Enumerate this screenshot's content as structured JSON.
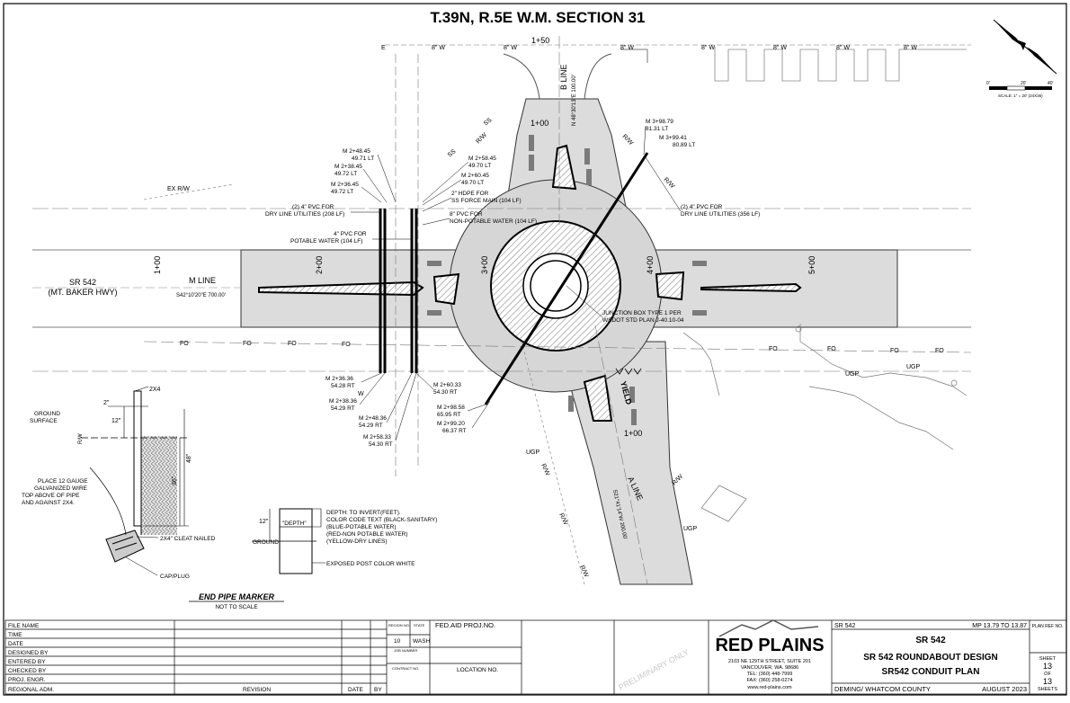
{
  "sheet_title": "T.39N, R.5E W.M. SECTION 31",
  "compass": {
    "scale_label": "SCALE: 1\" = 20' (24X36)",
    "tick_labels": [
      "0'",
      "20'",
      "40'"
    ]
  },
  "lines": {
    "b_line": "B LINE",
    "b_bearing": "N 48°30'13\"E 100.00'",
    "m_line": "M LINE",
    "m_bearing": "S42°10'20\"E 700.00'",
    "a_line": "A LINE",
    "a_bearing": "S21°41'14\"W 200.00'",
    "ex_rw": "EX R/W",
    "rw": "R/W",
    "ss": "SS",
    "w": "W",
    "eight_w": "8\" W",
    "fo": "FO",
    "ugp": "UGP",
    "e": "E"
  },
  "road": {
    "name": "SR 542",
    "alt_name": "(MT. BAKER HWY)"
  },
  "stations": [
    "1+50",
    "1+00",
    "1+00",
    "2+00",
    "3+00",
    "4+00",
    "5+00",
    "1+00"
  ],
  "yield_text": "YIELD",
  "callouts": {
    "m248": [
      "M 2+48.45",
      "49.71 LT"
    ],
    "m238": [
      "M 2+38.45",
      "49.72 LT"
    ],
    "m236": [
      "M 2+36.45",
      "49.72 LT"
    ],
    "m258": [
      "M 2+58.45",
      "49.70 LT"
    ],
    "m260": [
      "M 2+60.45",
      "49.70 LT"
    ],
    "hdpe": [
      "2\" HDPE FOR",
      "SS FORCE MAIN (104 LF)"
    ],
    "pvc8": [
      "8\" PVC FOR",
      "NON-POTABLE WATER (104 LF)"
    ],
    "dry_left": [
      "(2) 4\" PVC FOR",
      "DRY LINE UTILITIES (208 LF)"
    ],
    "potable": [
      "4\" PVC FOR",
      "POTABLE WATER (104 LF)"
    ],
    "m398": [
      "M 3+98.79",
      "81.31 LT"
    ],
    "m399": [
      "M 3+99.41",
      "80.89 LT"
    ],
    "dry_right": [
      "(2) 4\" PVC FOR",
      "DRY LINE UTILITIES (356 LF)"
    ],
    "junction": [
      "JUNCTION BOX TYPE 1 PER",
      "WSDOT STD PLAN J-40.10-04"
    ],
    "m236r": [
      "M 2+36.36",
      "54.28 RT"
    ],
    "m238r": [
      "M 2+38.36",
      "54.29 RT"
    ],
    "m248r": [
      "M 2+48.36",
      "54.29 RT"
    ],
    "m258r": [
      "M 2+58.33",
      "54.30 RT"
    ],
    "m260r": [
      "M 2+60.33",
      "54.30 RT"
    ],
    "m298r": [
      "M 2+98.58",
      "65.95 RT"
    ],
    "m299r": [
      "M 2+99.20",
      "66.37 RT"
    ]
  },
  "detail": {
    "tag_2x4": "2X4",
    "ground_surface": [
      "GROUND",
      "SURFACE"
    ],
    "dim_2": "2\"",
    "dim_12": "12\"",
    "dim_36": "36\"",
    "dim_48": "48\"",
    "wire_note": [
      "PLACE 12 GAUGE",
      "GALVANIZED WIRE",
      "TOP ABOVE OF PIPE",
      "AND AGAINST 2X4."
    ],
    "cleat": "2X4\" CLEAT NAILED",
    "cap": "CAP/PLUG",
    "depth_label": "\"DEPTH\"",
    "dim_12b": "12\"",
    "ground": "GROUND",
    "depth_notes": [
      "DEPTH: TO INVERT(FEET).",
      "COLOR CODE TEXT (BLACK-SANITARY)",
      "(BLUE-POTABLE WATER)",
      "(RED-NON POTABLE WATER)",
      "(YELLOW-DRY LINES)"
    ],
    "post_note": "EXPOSED POST COLOR WHITE",
    "title": "END PIPE MARKER",
    "subtitle": "NOT TO SCALE"
  },
  "title_block": {
    "left_labels": [
      "FILE NAME",
      "TIME",
      "DATE",
      "DESIGNED BY",
      "ENTERED BY",
      "CHECKED BY",
      "PROJ. ENGR.",
      "REGIONAL ADM."
    ],
    "revision": "REVISION",
    "date": "DATE",
    "by": "BY",
    "region_no": "REGION NO.",
    "state": "STATE",
    "fed_aid": "FED.AID PROJ.NO.",
    "region_val": "10",
    "state_val": "WASH",
    "job_number": "JOB NUMBER",
    "contract_no": "CONTRACT NO.",
    "location_no": "LOCATION NO.",
    "preliminary": "PRELIMINARY ONLY",
    "company": "RED PLAINS",
    "address": [
      "2103 NE 129TH STREET, SUITE 201",
      "VANCOUVER, WA. 98686",
      "TEL: (360) 448-7999",
      "FAX: (360) 258-0274",
      "www.red-plains.com"
    ],
    "route": "SR 542",
    "mp": "MP 13.79 TO 13.87",
    "route_big": "SR 542",
    "project_title": "SR 542 ROUNDABOUT DESIGN",
    "plan_title": "SR542 CONDUIT PLAN",
    "county": "DEMING/ WHATCOM COUNTY",
    "date_val": "AUGUST 2023",
    "plan_ref": "PLAN REF NO.",
    "sheet_label": "SHEET",
    "sheet_no": "13",
    "of": "OF",
    "sheets_total": "13",
    "sheets_label": "SHEETS"
  }
}
